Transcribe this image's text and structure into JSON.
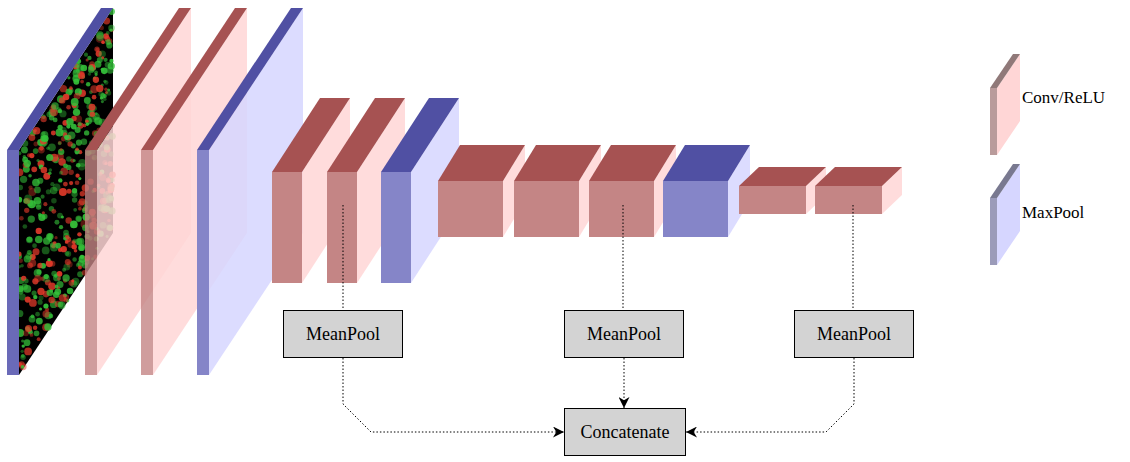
{
  "diagram": {
    "nodes": [
      {
        "text": [
          "MeanPool"
        ]
      },
      {
        "text": [
          "MeanPool"
        ]
      },
      {
        "text": [
          "MeanPool"
        ]
      },
      {
        "text": [
          "Concatenate"
        ]
      }
    ],
    "edges": [
      {
        "from": 0,
        "to": 3,
        "arrow": "to"
      },
      {
        "from": 1,
        "to": 3,
        "arrow": "to"
      },
      {
        "from": 2,
        "to": 3,
        "arrow": "to"
      }
    ],
    "legend": [
      {
        "text": "Conv/ReLU",
        "color": "#ffd6d6"
      },
      {
        "text": "MaxPool",
        "color": "#d6d6ff"
      }
    ]
  }
}
